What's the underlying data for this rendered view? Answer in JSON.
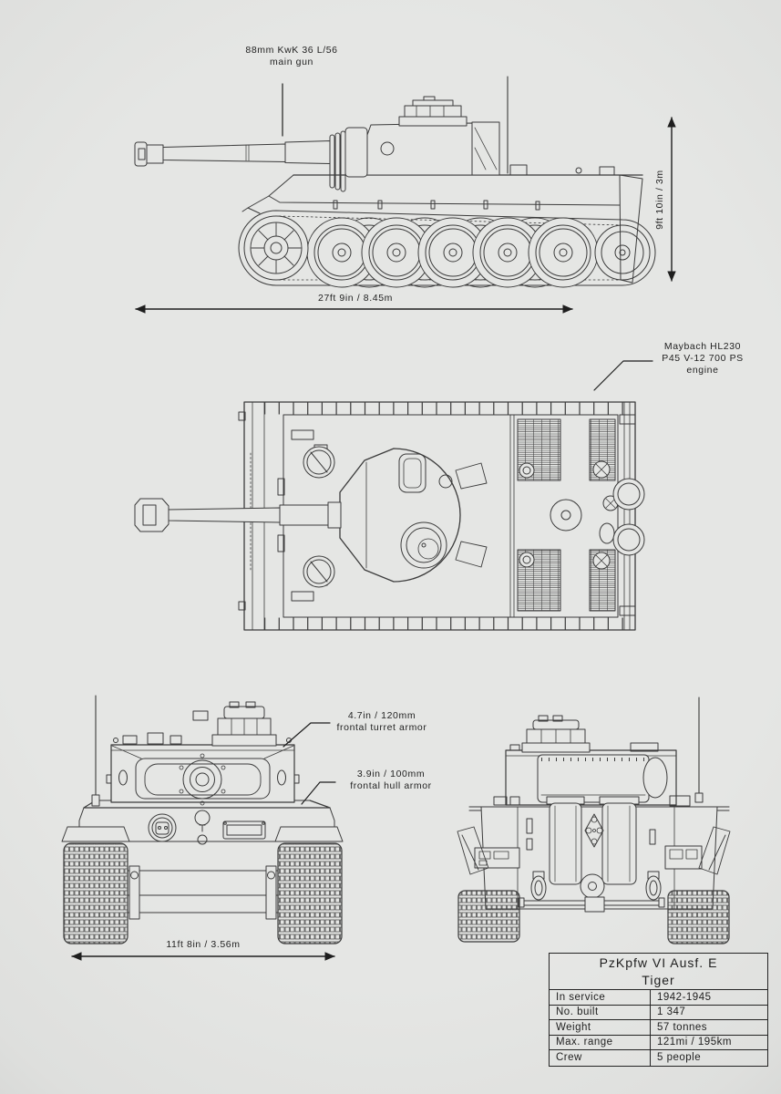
{
  "colors": {
    "background": "#e5e6e4",
    "line_art": "#3b3b3b",
    "annotation": "#1e1e1e"
  },
  "annotations": {
    "main_gun": [
      "88mm KwK 36 L/56",
      "main gun"
    ],
    "height": "9ft 10in / 3m",
    "length": "27ft 9in / 8.45m",
    "engine": [
      "Maybach HL230",
      "P45 V-12 700 PS",
      "engine"
    ],
    "turret_armor": [
      "4.7in / 120mm",
      "frontal turret armor"
    ],
    "hull_armor": [
      "3.9in / 100mm",
      "frontal hull armor"
    ],
    "width": "11ft 8in / 3.56m"
  },
  "spec_table": {
    "title_line1": "PzKpfw VI Ausf. E",
    "title_line2": "Tiger",
    "rows": [
      {
        "label": "In service",
        "value": "1942-1945"
      },
      {
        "label": "No. built",
        "value": "1 347"
      },
      {
        "label": "Weight",
        "value": "57 tonnes"
      },
      {
        "label": "Max. range",
        "value": "121mi / 195km"
      },
      {
        "label": "Crew",
        "value": "5 people"
      }
    ]
  }
}
